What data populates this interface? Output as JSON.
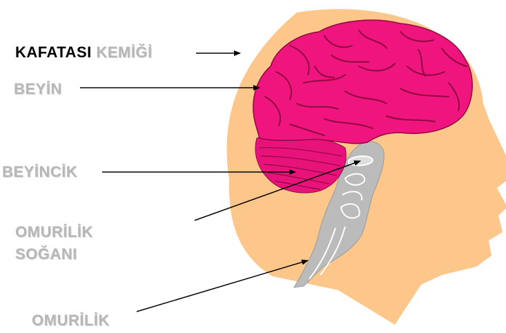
{
  "labels": {
    "skull_strong": "KAFATASI",
    "skull_light": "KEMİĞİ",
    "brain": "BEYİN",
    "cerebellum": "BEYİNCİK",
    "medulla_line1": "OMURİLİK",
    "medulla_line2": "SOĞANI",
    "spinal_cord": "OMURİLİK"
  },
  "colors": {
    "head_skin": "#FDC68B",
    "brain": "#F0147E",
    "brain_folds": "#8E0A3E",
    "brainstem": "#BBBBBB",
    "arrow": "#000000",
    "label_light": "#B7B7B7"
  }
}
